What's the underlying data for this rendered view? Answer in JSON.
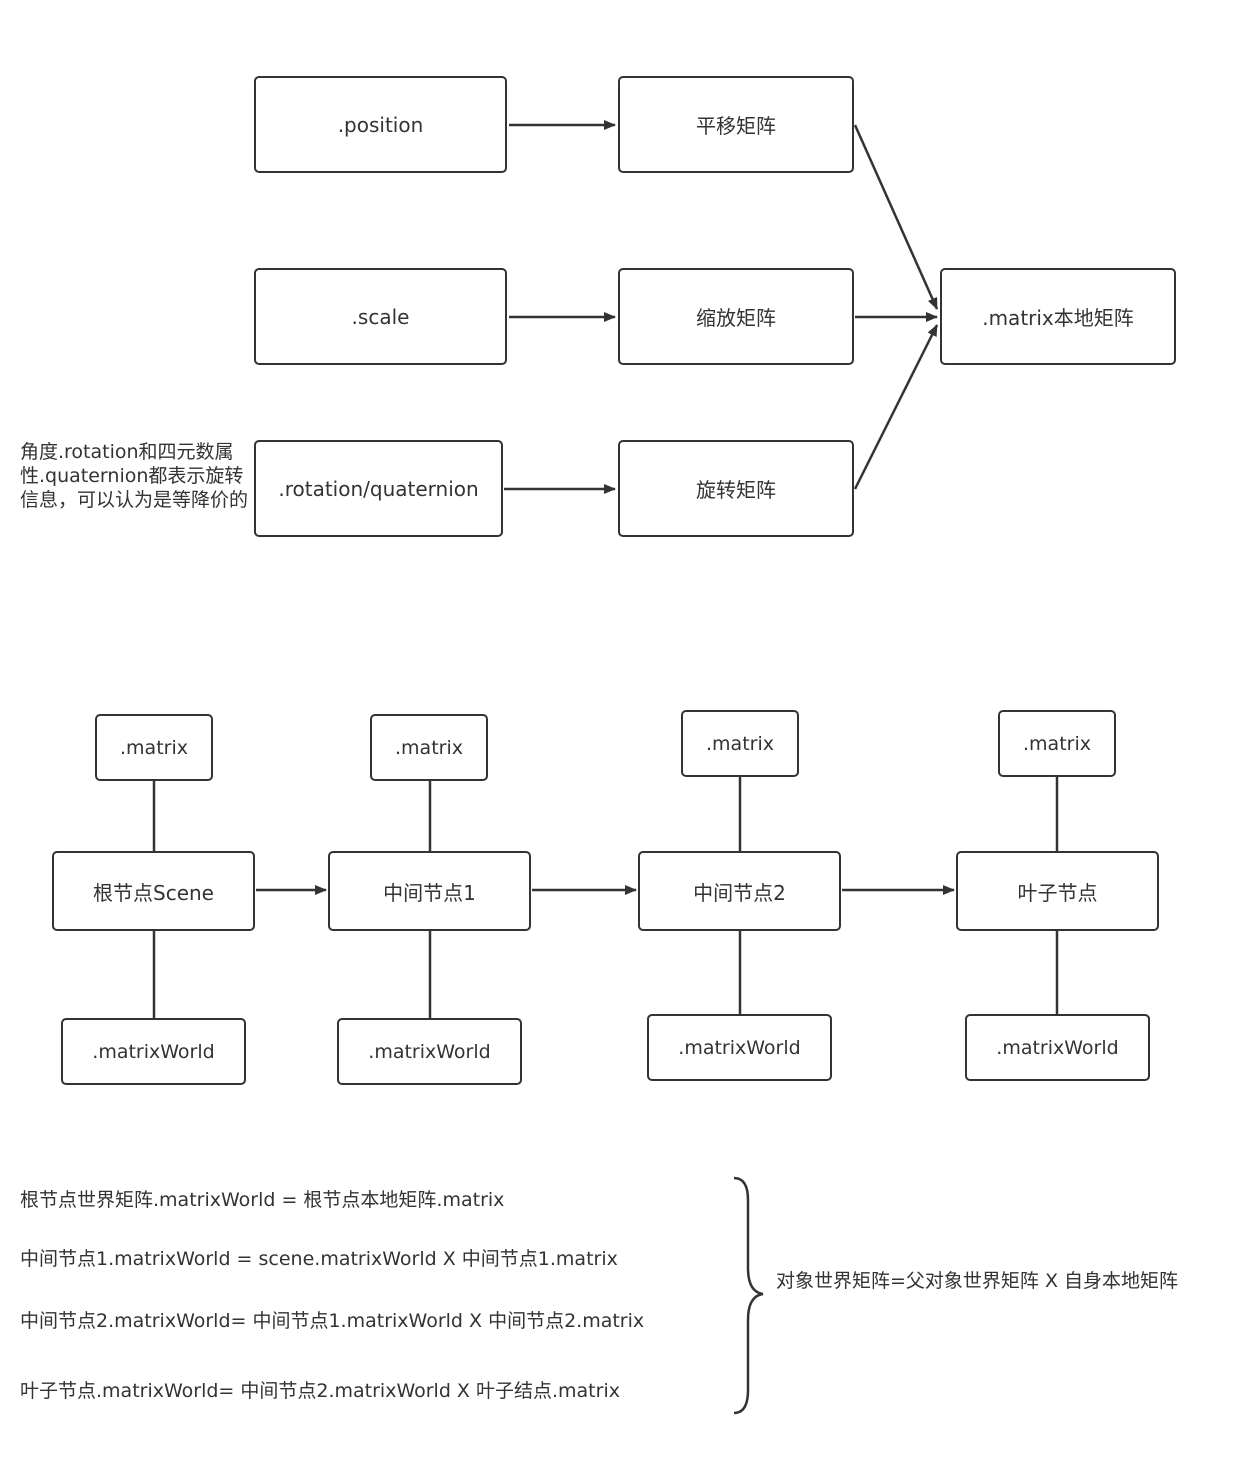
{
  "top_diagram": {
    "inputs": {
      "position": ".position",
      "scale": ".scale",
      "rotation": ".rotation/quaternion"
    },
    "matrices": {
      "translation": "平移矩阵",
      "scale": "缩放矩阵",
      "rotation": "旋转矩阵"
    },
    "local_matrix": ".matrix本地矩阵",
    "rotation_note": "角度.rotation和四元数属性.quaternion都表示旋转信息，可以认为是等降价的"
  },
  "node_chain": {
    "nodes": [
      {
        "label": "根节点Scene",
        "matrix": ".matrix",
        "matrix_world": ".matrixWorld"
      },
      {
        "label": "中间节点1",
        "matrix": ".matrix",
        "matrix_world": ".matrixWorld"
      },
      {
        "label": "中间节点2",
        "matrix": ".matrix",
        "matrix_world": ".matrixWorld"
      },
      {
        "label": "叶子节点",
        "matrix": ".matrix",
        "matrix_world": ".matrixWorld"
      }
    ]
  },
  "formulas": [
    "根节点世界矩阵.matrixWorld = 根节点本地矩阵.matrix",
    "中间节点1.matrixWorld = scene.matrixWorld X 中间节点1.matrix",
    "中间节点2.matrixWorld= 中间节点1.matrixWorld X 中间节点2.matrix",
    "叶子节点.matrixWorld= 中间节点2.matrixWorld X 叶子结点.matrix"
  ],
  "summary": "对象世界矩阵=父对象世界矩阵 X 自身本地矩阵",
  "colors": {
    "stroke": "#333333",
    "background": "#ffffff",
    "text": "#333333"
  }
}
